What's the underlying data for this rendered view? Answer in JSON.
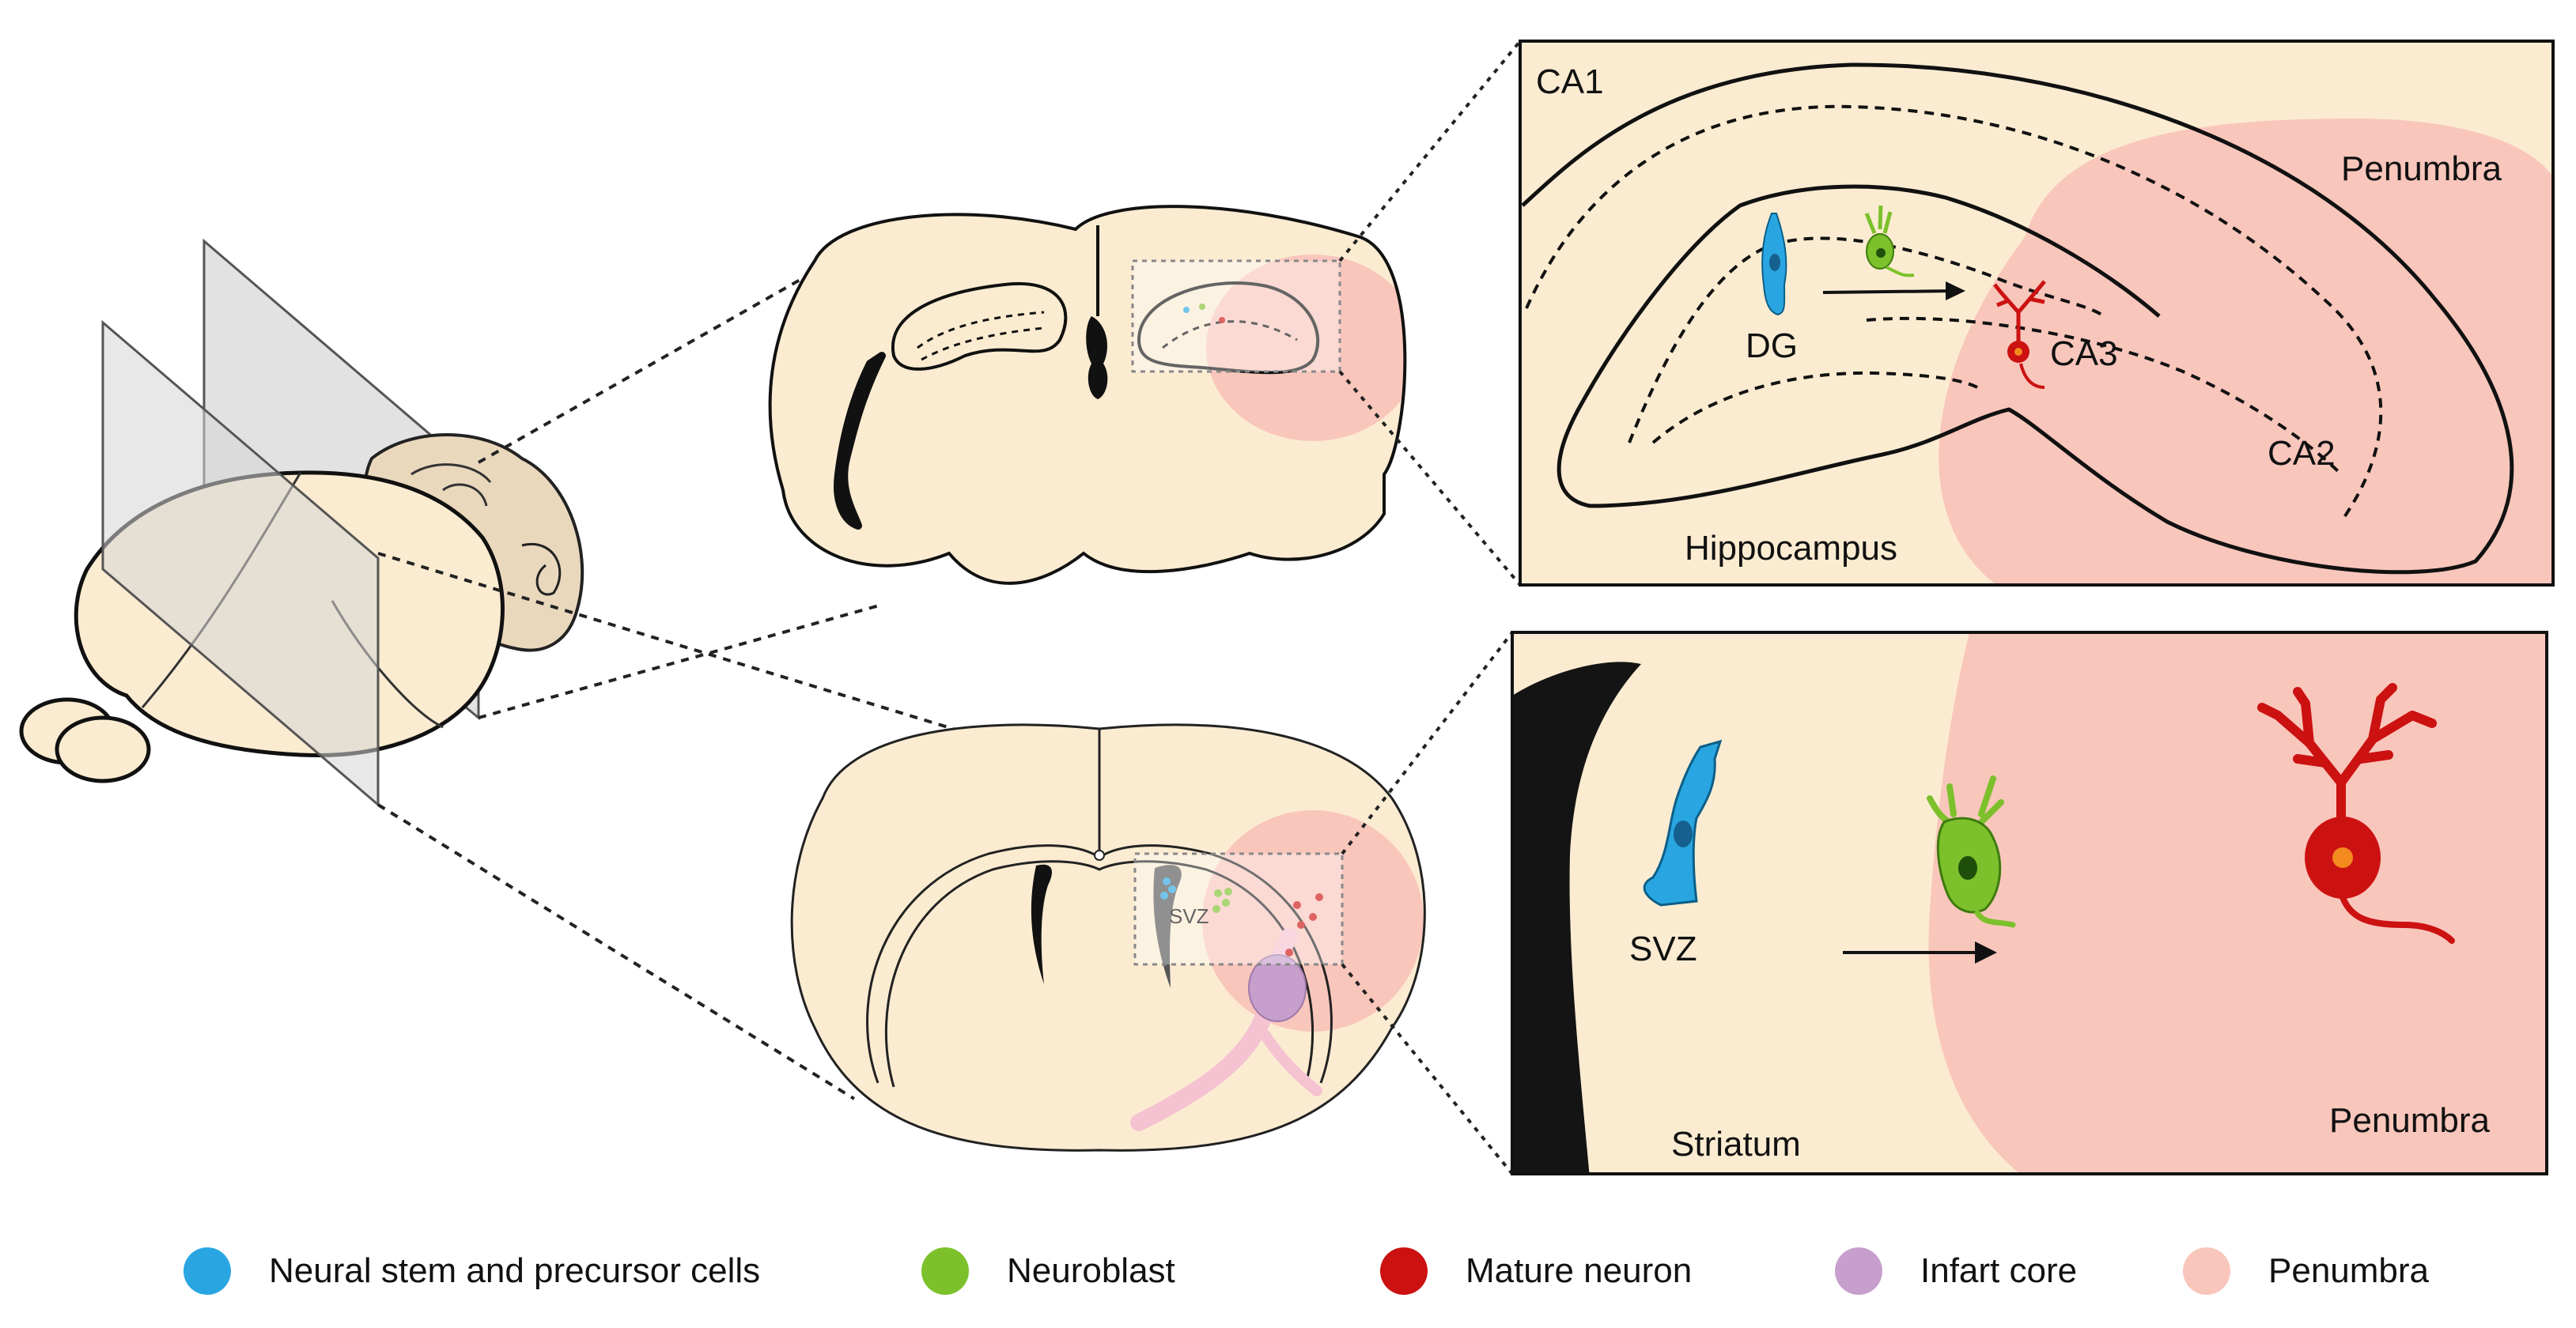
{
  "colors": {
    "tissue": "#fbecd1",
    "penumbra": "#f9c6bc",
    "stem": "#29a6e2",
    "neuroblast": "#7cc12b",
    "mature": "#cc1111",
    "infarct": "#c79fcd",
    "ventricle": "#141414"
  },
  "hippocampus_panel": {
    "labels": {
      "ca1": "CA1",
      "ca2": "CA2",
      "ca3": "CA3",
      "dg": "DG",
      "hippocampus": "Hippocampus",
      "penumbra": "Penumbra"
    }
  },
  "striatum_panel": {
    "labels": {
      "svz": "SVZ",
      "striatum": "Striatum",
      "penumbra": "Penumbra"
    }
  },
  "lower_section": {
    "svz_label": "SVZ"
  },
  "legend": [
    {
      "label": "Neural stem and precursor cells",
      "color": "#29a6e2"
    },
    {
      "label": "Neuroblast",
      "color": "#7cc12b"
    },
    {
      "label": "Mature neuron",
      "color": "#cc1111"
    },
    {
      "label": "Infart core",
      "color": "#c79fcd"
    },
    {
      "label": "Penumbra",
      "color": "#f9c6bc"
    }
  ]
}
